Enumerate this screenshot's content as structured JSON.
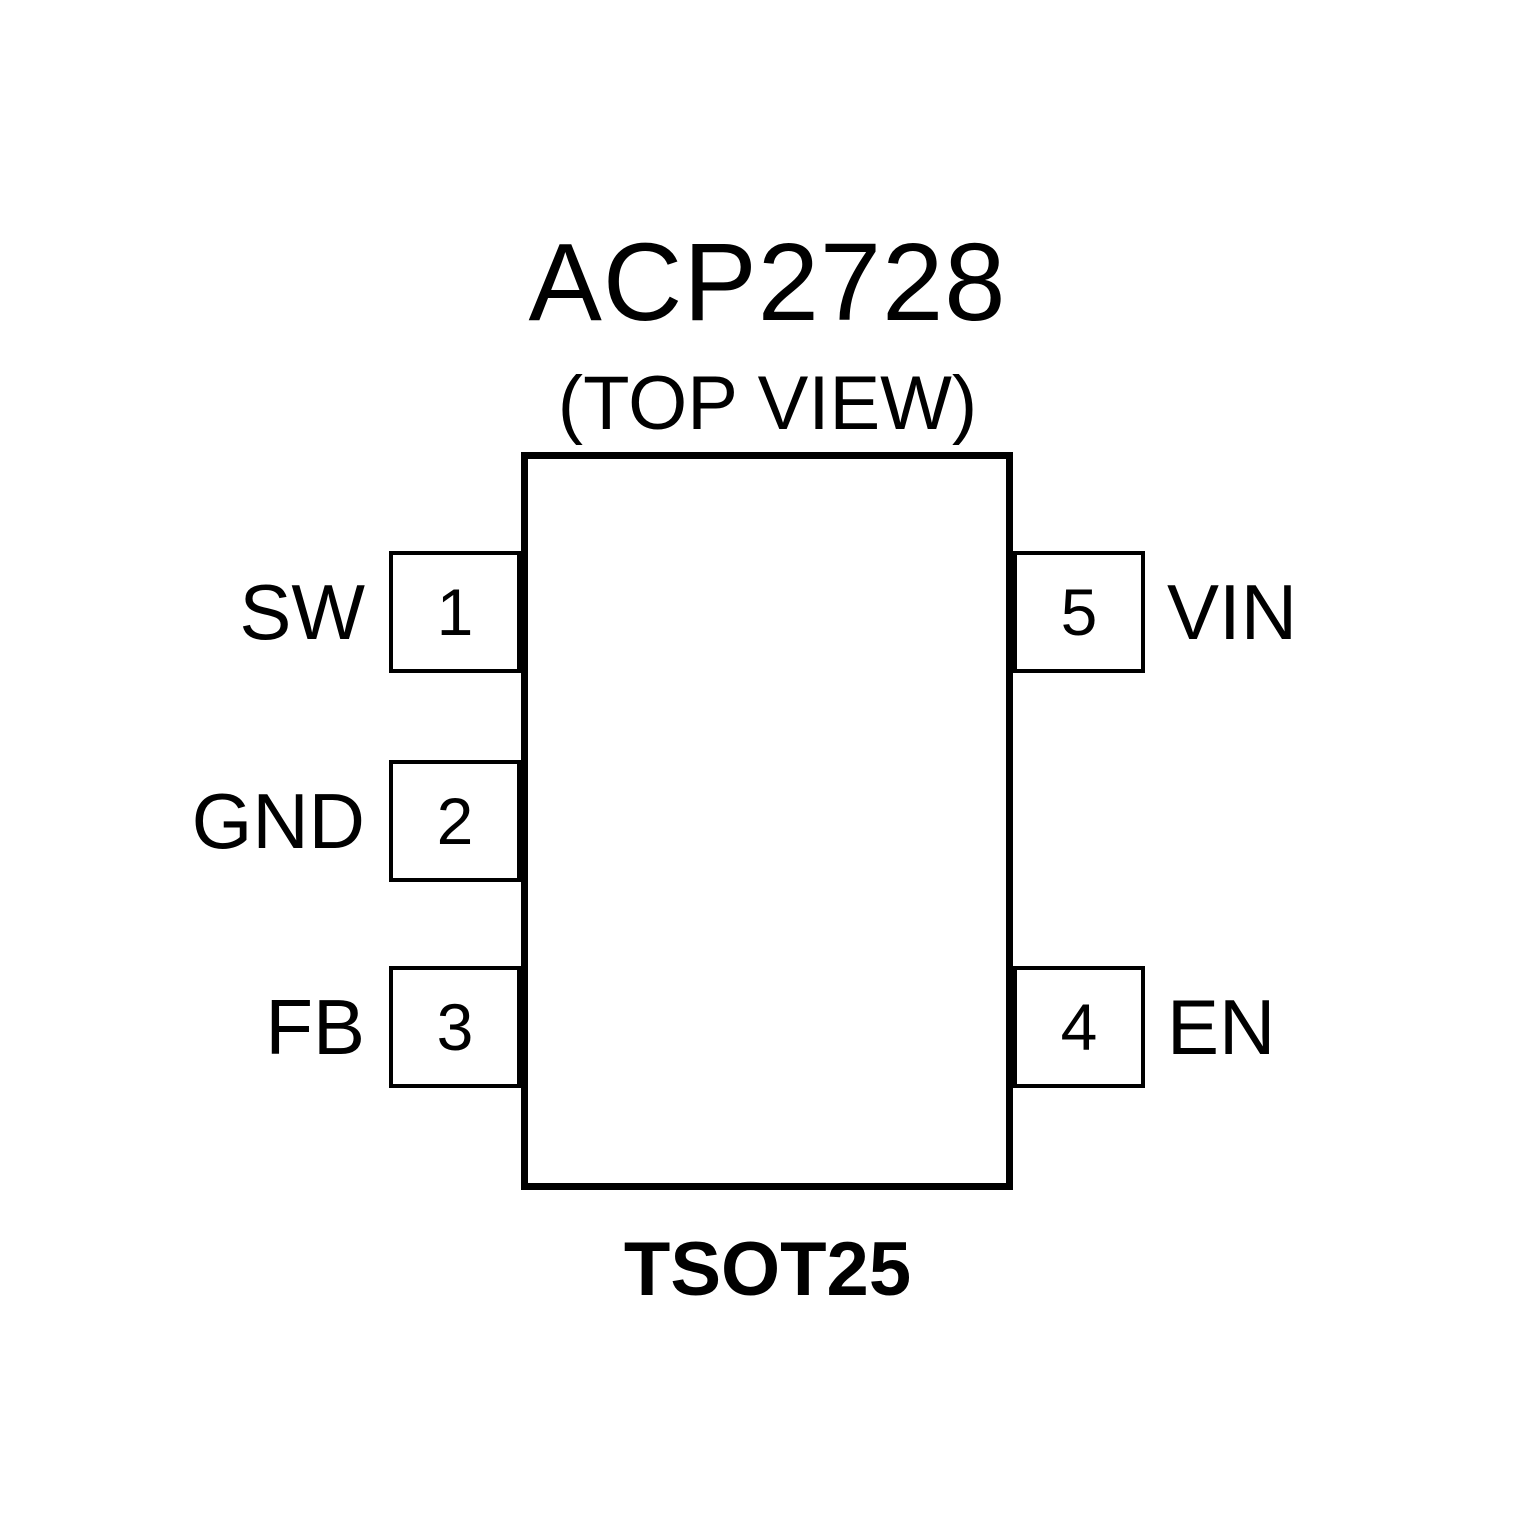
{
  "diagram": {
    "title": "ACP2728",
    "subtitle": "(TOP VIEW)",
    "package_label": "TSOT25",
    "package_type": "TSOT25",
    "view": "top"
  },
  "pins": {
    "left": [
      {
        "number": "1",
        "label": "SW"
      },
      {
        "number": "2",
        "label": "GND"
      },
      {
        "number": "3",
        "label": "FB"
      }
    ],
    "right": [
      {
        "number": "5",
        "label": "VIN"
      },
      {
        "number": "4",
        "label": "EN"
      }
    ]
  },
  "colors": {
    "line": "#000000",
    "background": "#ffffff",
    "text": "#000000"
  }
}
